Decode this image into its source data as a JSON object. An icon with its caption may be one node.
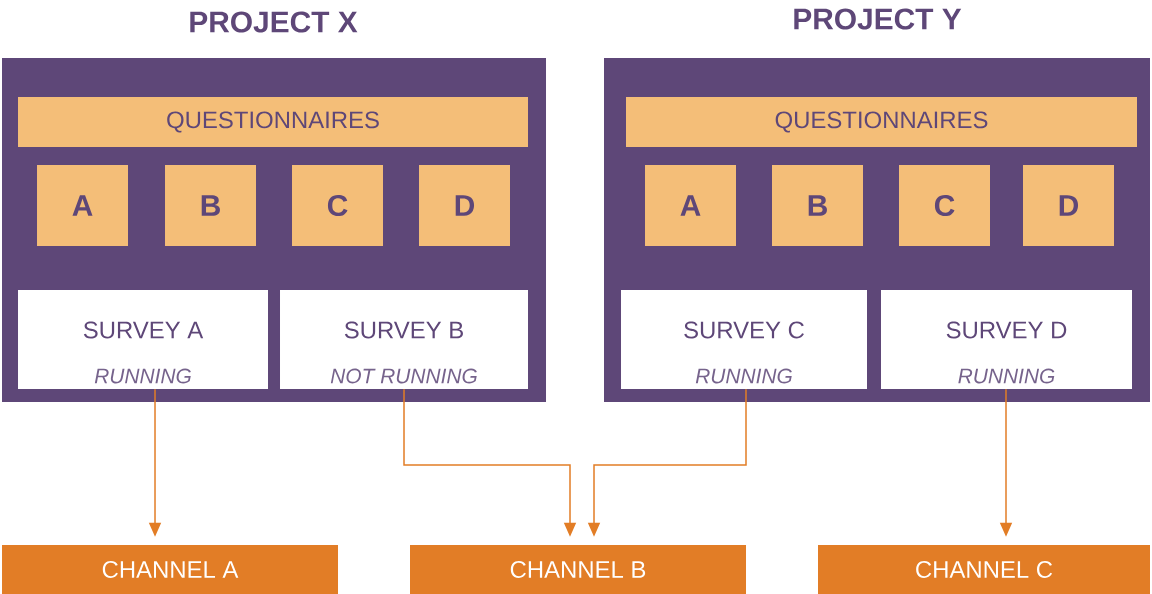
{
  "diagram": {
    "nodes": [
      {
        "text": [
          "PROJECT X"
        ]
      },
      {
        "text": [
          "QUESTIONNAIRES"
        ],
        "in": 0
      },
      {
        "text": [
          "A"
        ],
        "in": 0
      },
      {
        "text": [
          "B"
        ],
        "in": 0
      },
      {
        "text": [
          "C"
        ],
        "in": 0
      },
      {
        "text": [
          "D"
        ],
        "in": 0
      },
      {
        "text": [
          "SURVEY A",
          "RUNNING"
        ],
        "in": 0
      },
      {
        "text": [
          "SURVEY B",
          "NOT RUNNING"
        ],
        "in": 0
      },
      {
        "text": [
          "PROJECT Y"
        ]
      },
      {
        "text": [
          "QUESTIONNAIRES"
        ],
        "in": 8
      },
      {
        "text": [
          "A"
        ],
        "in": 8
      },
      {
        "text": [
          "B"
        ],
        "in": 8
      },
      {
        "text": [
          "C"
        ],
        "in": 8
      },
      {
        "text": [
          "D"
        ],
        "in": 8
      },
      {
        "text": [
          "SURVEY C",
          "RUNNING"
        ],
        "in": 8
      },
      {
        "text": [
          "SURVEY D",
          "RUNNING"
        ],
        "in": 8
      },
      {
        "text": [
          "CHANNEL A"
        ]
      },
      {
        "text": [
          "CHANNEL B"
        ]
      },
      {
        "text": [
          "CHANNEL C"
        ]
      }
    ],
    "edges": [
      {
        "from": 6,
        "to": 16,
        "arrow": "to"
      },
      {
        "from": 7,
        "to": 17,
        "arrow": "to"
      },
      {
        "from": 14,
        "to": 17,
        "arrow": "to"
      },
      {
        "from": 15,
        "to": 18,
        "arrow": "to"
      }
    ]
  }
}
